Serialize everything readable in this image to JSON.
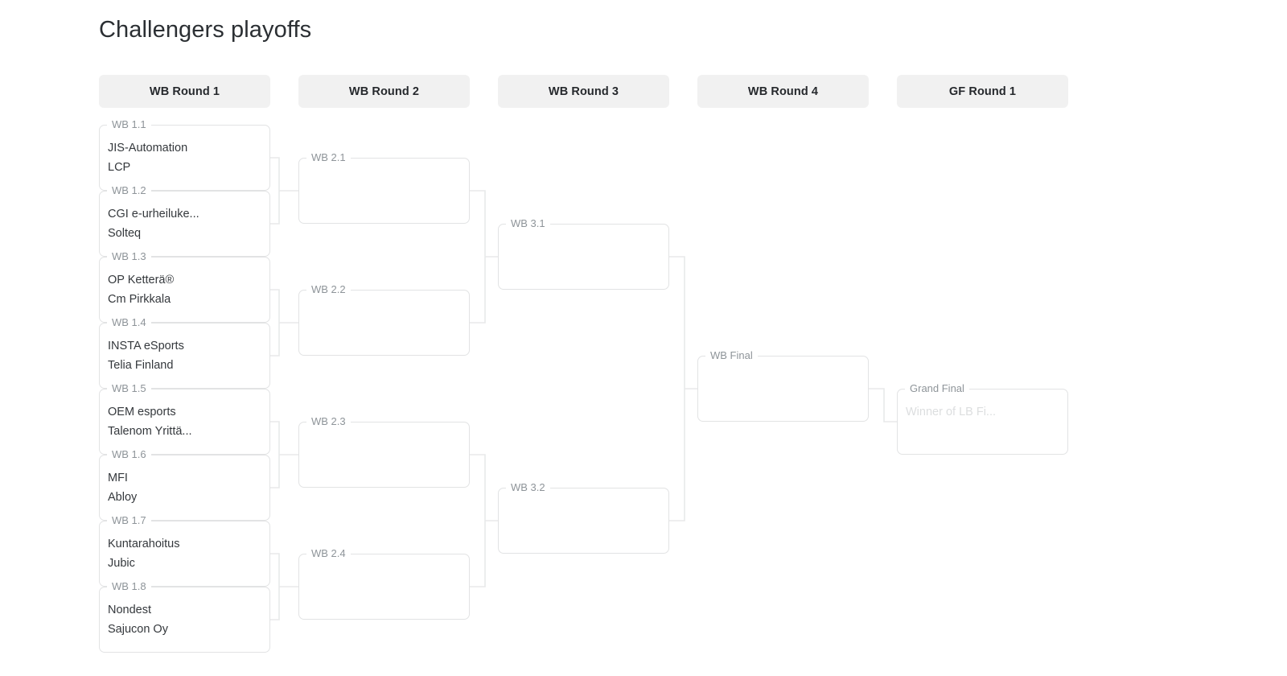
{
  "page": {
    "title": "Challengers playoffs",
    "background": "#ffffff",
    "card_border_color": "#e2e3e4",
    "header_pill_color": "#f1f1f1",
    "label_color": "#8e9499",
    "team_color": "#34383c",
    "placeholder_color": "#dcdedf"
  },
  "rounds": [
    {
      "label": "WB Round 1"
    },
    {
      "label": "WB Round 2"
    },
    {
      "label": "WB Round 3"
    },
    {
      "label": "WB Round 4"
    },
    {
      "label": "GF Round 1"
    }
  ],
  "matches": {
    "wb1_1": {
      "label": "WB 1.1",
      "teams": [
        "JIS-Automation",
        "LCP"
      ]
    },
    "wb1_2": {
      "label": "WB 1.2",
      "teams": [
        "CGI e-urheiluke...",
        "Solteq"
      ]
    },
    "wb1_3": {
      "label": "WB 1.3",
      "teams": [
        "OP Ketterä®",
        "Cm Pirkkala"
      ]
    },
    "wb1_4": {
      "label": "WB 1.4",
      "teams": [
        "INSTA eSports",
        "Telia Finland"
      ]
    },
    "wb1_5": {
      "label": "WB 1.5",
      "teams": [
        "OEM esports",
        "Talenom Yrittä..."
      ]
    },
    "wb1_6": {
      "label": "WB 1.6",
      "teams": [
        "MFI",
        "Abloy"
      ]
    },
    "wb1_7": {
      "label": "WB 1.7",
      "teams": [
        "Kuntarahoitus",
        "Jubic"
      ]
    },
    "wb1_8": {
      "label": "WB 1.8",
      "teams": [
        "Nondest",
        "Sajucon Oy"
      ]
    },
    "wb2_1": {
      "label": "WB 2.1",
      "teams": [
        "",
        ""
      ]
    },
    "wb2_2": {
      "label": "WB 2.2",
      "teams": [
        "",
        ""
      ]
    },
    "wb2_3": {
      "label": "WB 2.3",
      "teams": [
        "",
        ""
      ]
    },
    "wb2_4": {
      "label": "WB 2.4",
      "teams": [
        "",
        ""
      ]
    },
    "wb3_1": {
      "label": "WB 3.1",
      "teams": [
        "",
        ""
      ]
    },
    "wb3_2": {
      "label": "WB 3.2",
      "teams": [
        "",
        ""
      ]
    },
    "wb_final": {
      "label": "WB Final",
      "teams": [
        "",
        ""
      ]
    },
    "grand_final": {
      "label": "Grand Final",
      "teams": [
        "",
        "Winner of LB Fi..."
      ]
    }
  }
}
